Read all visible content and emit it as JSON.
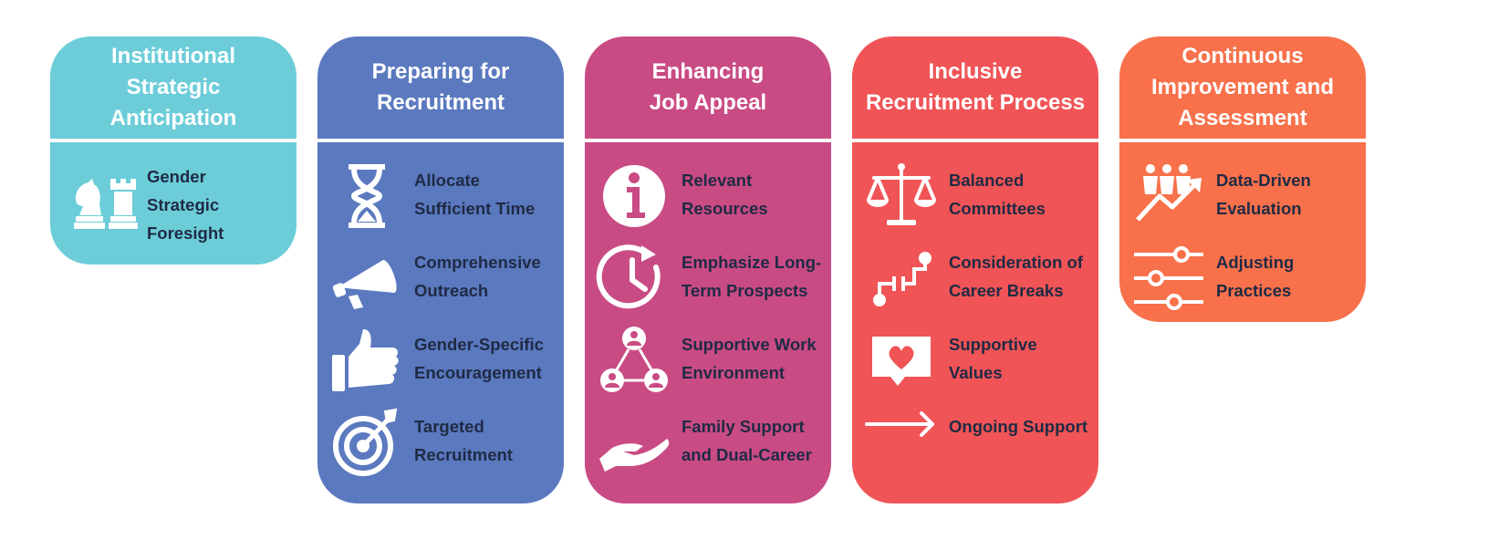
{
  "colors": {
    "teal": "#6ccdd9",
    "blue": "#5b79bf",
    "magenta": "#c94b84",
    "red": "#f05456",
    "orange": "#f8714b",
    "dark_text": "#1f2a44"
  },
  "columns": [
    {
      "title": "Institutional\nStrategic\nAnticipation",
      "items": [
        {
          "label": "Gender\nStrategic\nForesight",
          "icon": "chess-pieces-icon"
        }
      ]
    },
    {
      "title": "Preparing for\nRecruitment",
      "items": [
        {
          "label": "Allocate\nSufficient Time",
          "icon": "hourglass-icon"
        },
        {
          "label": "Comprehensive\nOutreach",
          "icon": "megaphone-icon"
        },
        {
          "label": "Gender-Specific\nEncouragement",
          "icon": "thumbs-up-icon"
        },
        {
          "label": "Targeted\nRecruitment",
          "icon": "target-icon"
        }
      ]
    },
    {
      "title": "Enhancing\nJob Appeal",
      "items": [
        {
          "label": "Relevant\nResources",
          "icon": "info-icon"
        },
        {
          "label": "Emphasize Long-\nTerm Prospects",
          "icon": "clock-arrow-icon"
        },
        {
          "label": "Supportive Work\nEnvironment",
          "icon": "team-network-icon"
        },
        {
          "label": "Family Support\nand Dual-Career",
          "icon": "open-hand-icon"
        }
      ]
    },
    {
      "title": "Inclusive\nRecruitment Process",
      "items": [
        {
          "label": "Balanced\nCommittees",
          "icon": "scales-icon"
        },
        {
          "label": "Consideration of\nCareer Breaks",
          "icon": "broken-path-icon"
        },
        {
          "label": "Supportive\nValues",
          "icon": "heart-message-icon"
        },
        {
          "label": "Ongoing Support",
          "icon": "arrow-right-icon"
        }
      ]
    },
    {
      "title": "Continuous\nImprovement and\nAssessment",
      "items": [
        {
          "label": "Data-Driven\nEvaluation",
          "icon": "growth-chart-icon"
        },
        {
          "label": "Adjusting\nPractices",
          "icon": "sliders-icon"
        }
      ]
    }
  ]
}
